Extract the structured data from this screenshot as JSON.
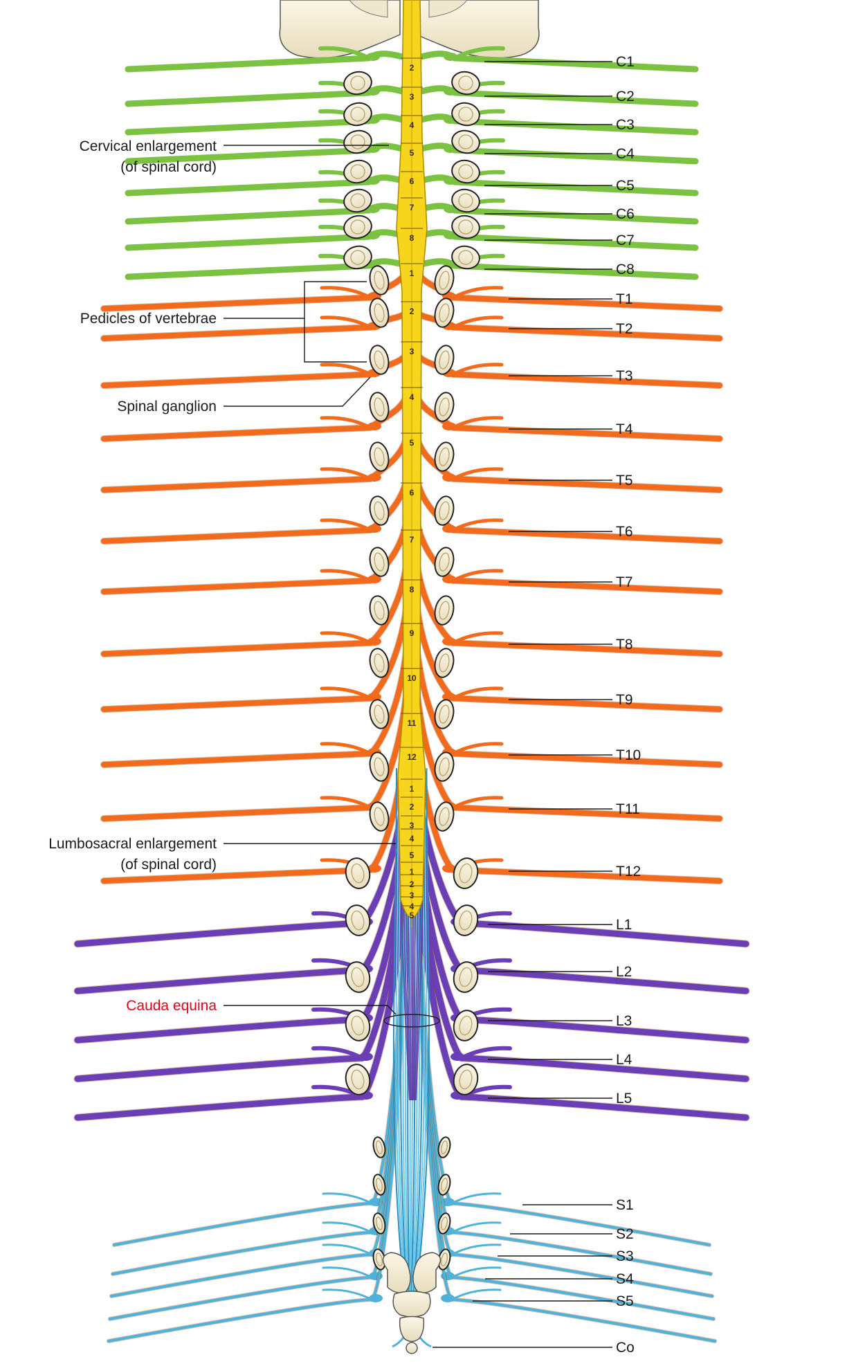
{
  "labels_left": [
    {
      "id": "cervical-enlargement",
      "lines": [
        "Cervical enlargement",
        "(of spinal cord)"
      ]
    },
    {
      "id": "pedicles-of-vertebrae",
      "lines": [
        "Pedicles of vertebrae"
      ]
    },
    {
      "id": "spinal-ganglion",
      "lines": [
        "Spinal ganglion"
      ]
    },
    {
      "id": "lumbosacral-enlargement",
      "lines": [
        "Lumbosacral enlargement",
        "(of spinal cord)"
      ]
    },
    {
      "id": "cauda-equina",
      "lines": [
        "Cauda equina"
      ],
      "color": "#e3001b"
    }
  ],
  "nerves": {
    "cervical": [
      "C1",
      "C2",
      "C3",
      "C4",
      "C5",
      "C6",
      "C7",
      "C8"
    ],
    "thoracic": [
      "T1",
      "T2",
      "T3",
      "T4",
      "T5",
      "T6",
      "T7",
      "T8",
      "T9",
      "T10",
      "T11",
      "T12"
    ],
    "lumbar": [
      "L1",
      "L2",
      "L3",
      "L4",
      "L5"
    ],
    "sacral": [
      "S1",
      "S2",
      "S3",
      "S4",
      "S5"
    ],
    "coccygeal": [
      "Co"
    ]
  },
  "cord_segments": {
    "cervical": [
      "2",
      "3",
      "4",
      "5",
      "6",
      "7",
      "8"
    ],
    "thoracic": [
      "1",
      "2",
      "3",
      "4",
      "5",
      "6",
      "7",
      "8",
      "9",
      "10",
      "11",
      "12"
    ],
    "lumbar": [
      "1",
      "2",
      "3",
      "4",
      "5"
    ],
    "sacral": [
      "1",
      "2",
      "3",
      "4",
      "5"
    ]
  },
  "colors": {
    "cord": "#f7d51d",
    "cervical": "#7cc242",
    "thoracic": "#f26b1d",
    "lumbar": "#6a3fb5",
    "sacral": "#4fb3d9",
    "bone": "#f3ead2",
    "label_accent": "#e3001b"
  }
}
